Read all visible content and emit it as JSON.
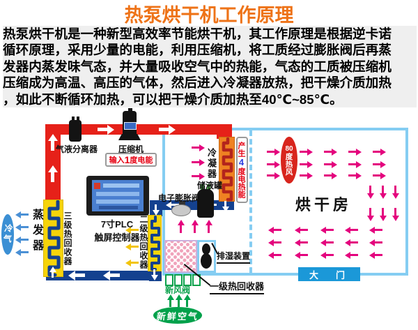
{
  "title": "热泵烘干机工作原理",
  "intro": {
    "line1": "热泵烘干机是一种新型高效率节能烘干机，其工作原理是根据逆卡诺",
    "line2": "循环原理，采用少量的电能，利用压缩机，将工质经过膨胀阀后再蒸",
    "line3": "发器内蒸发味气态，并大量吸收空气中的热能，气态的工质被压缩机",
    "line4": "压缩成为高温、高压的气体，然后进入冷凝器放热，把干燥介质加热",
    "line5": "，如此不断循环加热，可以把干燥介质加热至40℃~85℃。"
  },
  "labels": {
    "separator": "气液分离器",
    "compressor": "压缩机",
    "input_prefix": "输入",
    "input_num": "1",
    "input_suffix": "度电能",
    "plc_line1": "7寸PLC",
    "plc_line2": "触屏控制器",
    "condenser": "冷凝器",
    "gen_prefix": "产生",
    "gen_num": "4",
    "gen_suffix": "度电热能",
    "tank": "储液罐",
    "valve": "电子膨胀阀",
    "evaporator": "蒸发器",
    "cold_air": "冷气",
    "recovery3": "三级热回收器",
    "recovery2": "二级热回收器",
    "recovery1": "一级热回收器",
    "dehumidifier": "排湿装置",
    "fresh_valve": "新风阀",
    "fresh_air": "新鲜空气",
    "drying_room": "烘干房",
    "hot_air_deg": "80",
    "hot_air_txt": "度热风",
    "door": "大　门"
  },
  "colors": {
    "title_orange": "#ee7318",
    "pipe_red": "#e62119",
    "pipe_blue": "#14418f",
    "wall_blue": "#85cdf2",
    "coil_yellow": "#f6d40a",
    "condenser_orange": "#ef8222",
    "condenser_coil_red": "#b3241c",
    "arrow_pink": "#e4047e",
    "arrow_blue": "#4a90d5",
    "arrow_yellow": "#f2c40d",
    "green": "#00a14b",
    "door_blue": "#1b98d8",
    "hot_air_red": "#d8251d",
    "label_red": "#e60012",
    "num_blue": "#2b3ee0"
  }
}
